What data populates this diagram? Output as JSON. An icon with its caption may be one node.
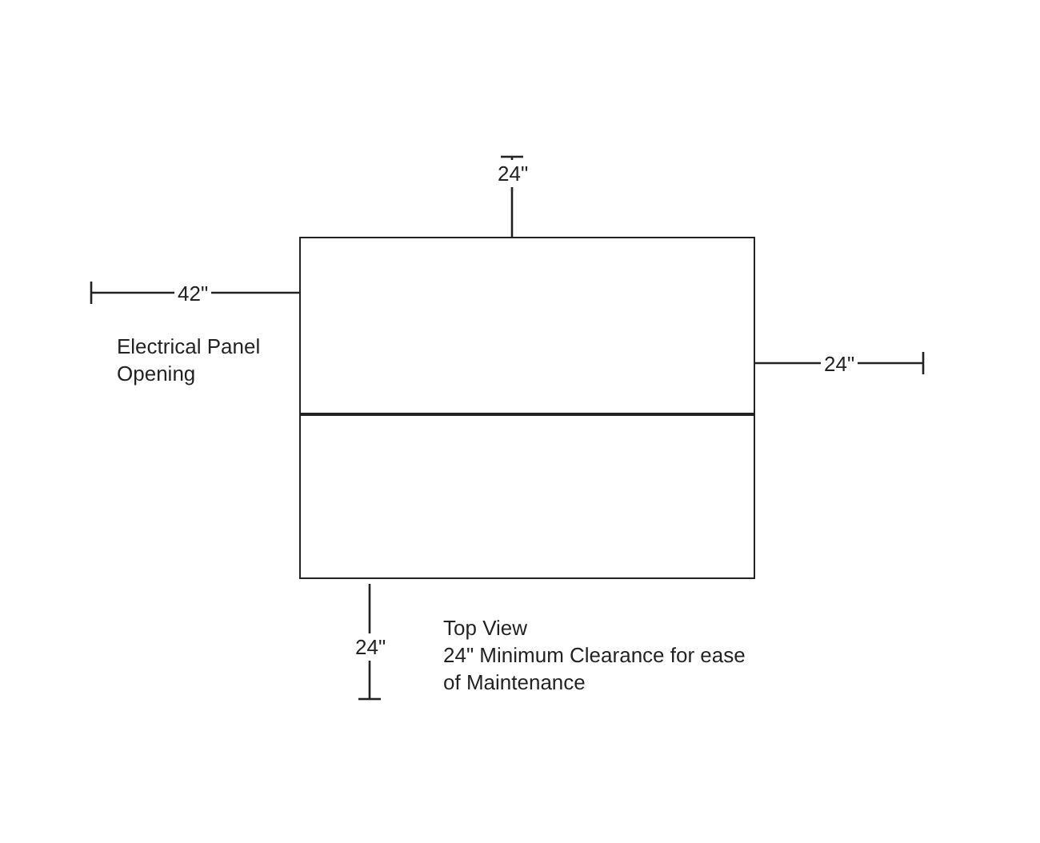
{
  "diagram": {
    "nodes": [
      {
        "text": [],
        "shape": "box"
      },
      {
        "text": [],
        "shape": "box"
      }
    ],
    "labels": [
      "24\"",
      "42\"",
      "Electrical Panel Opening",
      "24\"",
      "24\"",
      "Top View",
      "24\" Minimum Clearance for ease of Maintenance"
    ]
  }
}
